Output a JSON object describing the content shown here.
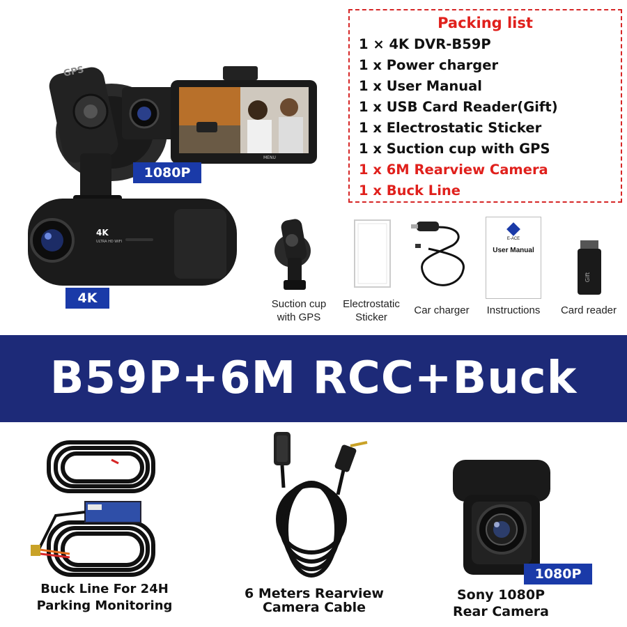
{
  "packing": {
    "title": "Packing list",
    "items": [
      {
        "text": "1 × 4K DVR-B59P",
        "highlight": false
      },
      {
        "text": "1 x Power charger",
        "highlight": false
      },
      {
        "text": "1 x User Manual",
        "highlight": false
      },
      {
        "text": "1 x USB Card Reader(Gift)",
        "highlight": false
      },
      {
        "text": "1 x Electrostatic Sticker",
        "highlight": false
      },
      {
        "text": "1 x Suction cup with GPS",
        "highlight": false
      },
      {
        "text": "1 x 6M Rearview Camera",
        "highlight": true
      },
      {
        "text": "1 x Buck Line",
        "highlight": true
      }
    ]
  },
  "badges": {
    "front_cam": "1080P",
    "main_cam": "4K",
    "rear_cam": "1080P"
  },
  "device": {
    "gps_label": "GPS",
    "face_label": "4K",
    "face_sub": "ULTRA HD WIFI",
    "screen_menu": "MENU"
  },
  "accessories": {
    "suction": "Suction cup\nwith GPS",
    "sticker": "Electrostatic\nSticker",
    "charger": "Car charger",
    "instructions": "Instructions",
    "manual_brand": "E-ACE",
    "manual_text": "User Manual",
    "reader": "Card reader",
    "reader_text": "Gift"
  },
  "banner": {
    "title": "B59P+6M RCC+Buck Line"
  },
  "bottom": {
    "buck": "Buck Line For 24H\nParking Monitoring",
    "cable": "6 Meters Rearview\nCamera Cable",
    "rear": "Sony 1080P\nRear Camera"
  },
  "colors": {
    "accent_red": "#e0201c",
    "badge_blue": "#1a3aa8",
    "banner_navy": "#1d2a78"
  }
}
